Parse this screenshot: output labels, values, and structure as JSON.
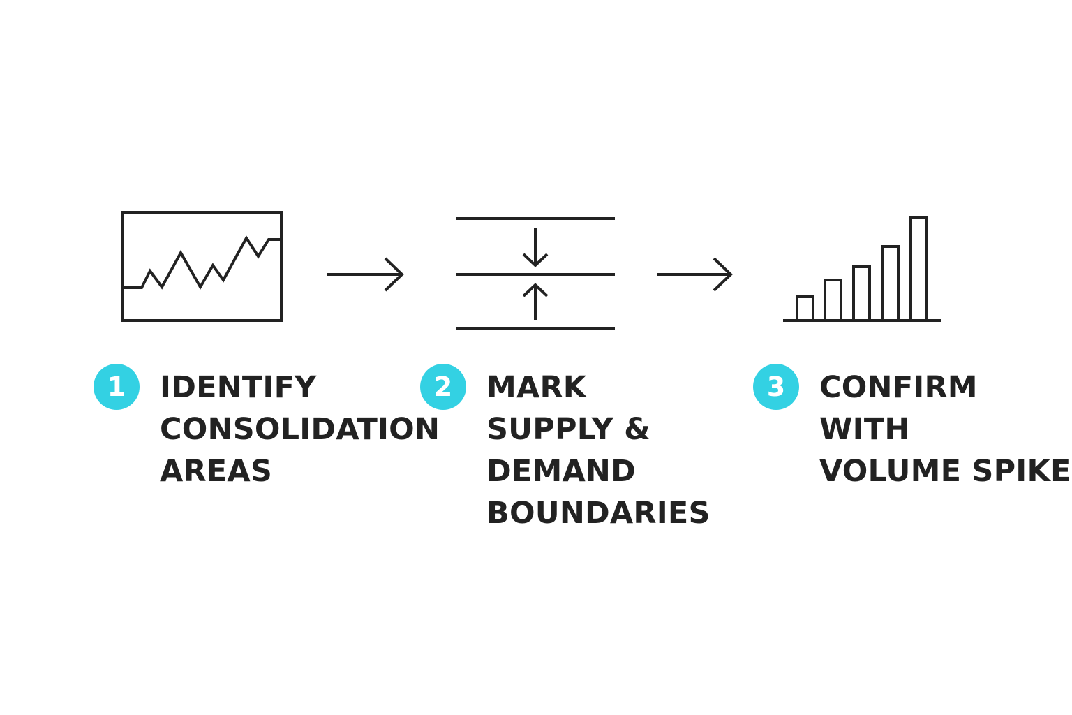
{
  "colors": {
    "badge": "#33d1e3",
    "ink": "#222222",
    "background": "#ffffff"
  },
  "steps": [
    {
      "number": "1",
      "icon": "consolidation-chart-icon",
      "lines": [
        "IDENTIFY",
        "CONSOLIDATION",
        "AREAS"
      ]
    },
    {
      "number": "2",
      "icon": "supply-demand-boundaries-icon",
      "lines": [
        "MARK",
        "SUPPLY &",
        "DEMAND",
        "BOUNDARIES"
      ]
    },
    {
      "number": "3",
      "icon": "volume-bars-icon",
      "lines": [
        "CONFIRM",
        "WITH",
        "VOLUME SPIKE"
      ]
    }
  ],
  "connectors": [
    {
      "icon": "arrow-right-icon"
    },
    {
      "icon": "arrow-right-icon"
    }
  ]
}
